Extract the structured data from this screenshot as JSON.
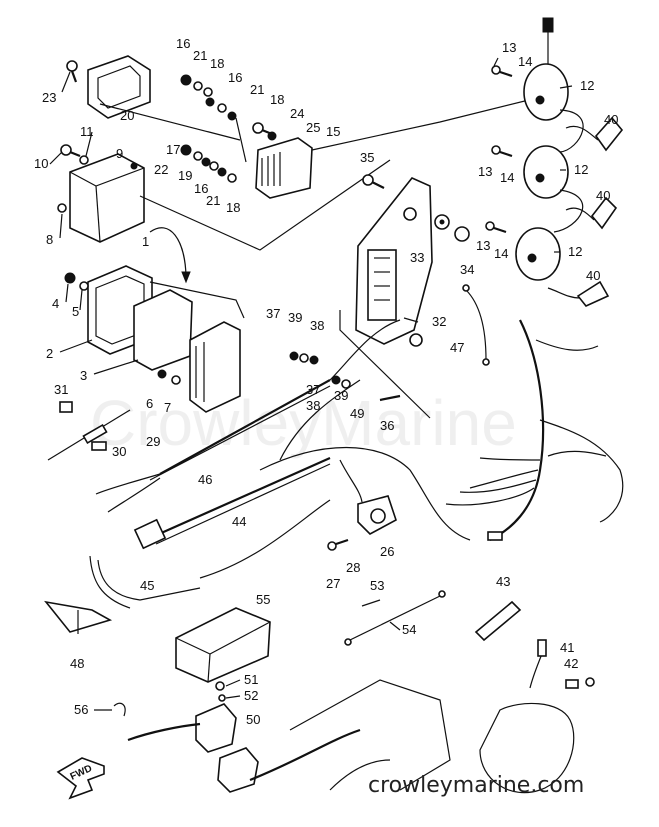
{
  "watermark": "CrowleyMarine",
  "footer_text": "crowleymarine.com",
  "direction_label": "FWD",
  "callouts": {
    "c1": "1",
    "c2": "2",
    "c3": "3",
    "c4": "4",
    "c5": "5",
    "c6": "6",
    "c7": "7",
    "c8": "8",
    "c9": "9",
    "c10": "10",
    "c11": "11",
    "c12a": "12",
    "c12b": "12",
    "c12c": "12",
    "c13a": "13",
    "c13b": "13",
    "c13c": "13",
    "c14a": "14",
    "c14b": "14",
    "c14c": "14",
    "c15": "15",
    "c16a": "16",
    "c16b": "16",
    "c16c": "16",
    "c17": "17",
    "c18a": "18",
    "c18b": "18",
    "c18c": "18",
    "c19": "19",
    "c20": "20",
    "c21a": "21",
    "c21b": "21",
    "c21c": "21",
    "c22": "22",
    "c23": "23",
    "c24": "24",
    "c25": "25",
    "c26": "26",
    "c27": "27",
    "c28": "28",
    "c29": "29",
    "c30": "30",
    "c31": "31",
    "c32": "32",
    "c33": "33",
    "c34": "34",
    "c35": "35",
    "c36": "36",
    "c37a": "37",
    "c37b": "37",
    "c38a": "38",
    "c38b": "38",
    "c39a": "39",
    "c39b": "39",
    "c40a": "40",
    "c40b": "40",
    "c40c": "40",
    "c41": "41",
    "c42": "42",
    "c43": "43",
    "c44": "44",
    "c45": "45",
    "c46": "46",
    "c47": "47",
    "c48": "48",
    "c49": "49",
    "c50": "50",
    "c51": "51",
    "c52": "52",
    "c53": "53",
    "c54": "54",
    "c55": "55",
    "c56": "56"
  }
}
